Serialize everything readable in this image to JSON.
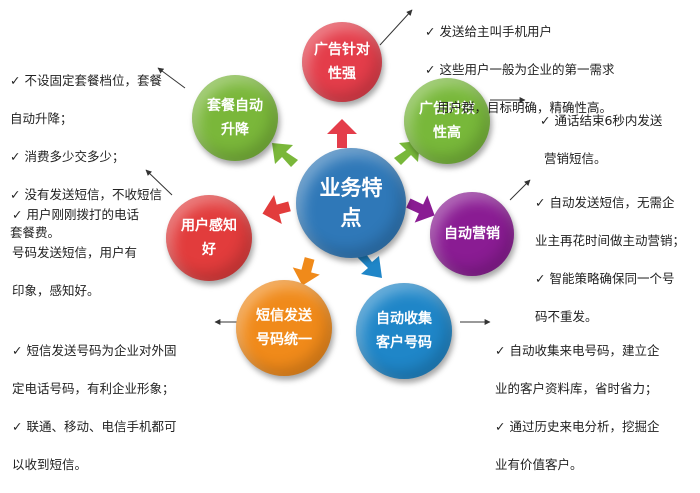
{
  "center": {
    "label": "业务特\n点",
    "color": "#2f78b8"
  },
  "nodes": [
    {
      "id": "targeted",
      "label": "广告针对\n性强",
      "color": "#e43d4a"
    },
    {
      "id": "timely",
      "label": "广告时效\n性高",
      "color": "#78b83a"
    },
    {
      "id": "auto-marketing",
      "label": "自动营销",
      "color": "#8a1c93"
    },
    {
      "id": "auto-collect",
      "label": "自动收集\n客户号码",
      "color": "#1f86c8"
    },
    {
      "id": "unified-number",
      "label": "短信发送\n号码统一",
      "color": "#f08a1a"
    },
    {
      "id": "user-feel",
      "label": "用户感知\n好",
      "color": "#e23c3c"
    },
    {
      "id": "auto-plan",
      "label": "套餐自动\n升降",
      "color": "#7ab73a"
    }
  ],
  "texts": {
    "targeted": [
      "✓ 发送给主叫手机用户",
      "✓ 这些用户一般为企业的第一需求",
      "用户群，目标明确，精确性高。"
    ],
    "timely": [
      "✓ 通话结束6秒内发送",
      "营销短信。"
    ],
    "auto-marketing": [
      "✓ 自动发送短信，无需企",
      "业主再花时间做主动营销；",
      "✓ 智能策略确保同一个号",
      "码不重发。"
    ],
    "auto-collect": [
      "✓ 自动收集来电号码，建立企",
      "业的客户资料库，省时省力；",
      "✓ 通过历史来电分析，挖掘企",
      "业有价值客户。"
    ],
    "unified-number": [
      "✓ 短信发送号码为企业对外固",
      "定电话号码，有利企业形象；",
      "✓ 联通、移动、电信手机都可",
      "以收到短信。"
    ],
    "user-feel": [
      "✓ 用户刚刚拨打的电话",
      "号码发送短信，用户有",
      "印象，感知好。"
    ],
    "auto-plan": [
      "✓ 不设固定套餐档位，套餐",
      "自动升降；",
      "✓ 消费多少交多少；",
      "✓ 没有发送短信，不收短信",
      "套餐费。"
    ]
  }
}
